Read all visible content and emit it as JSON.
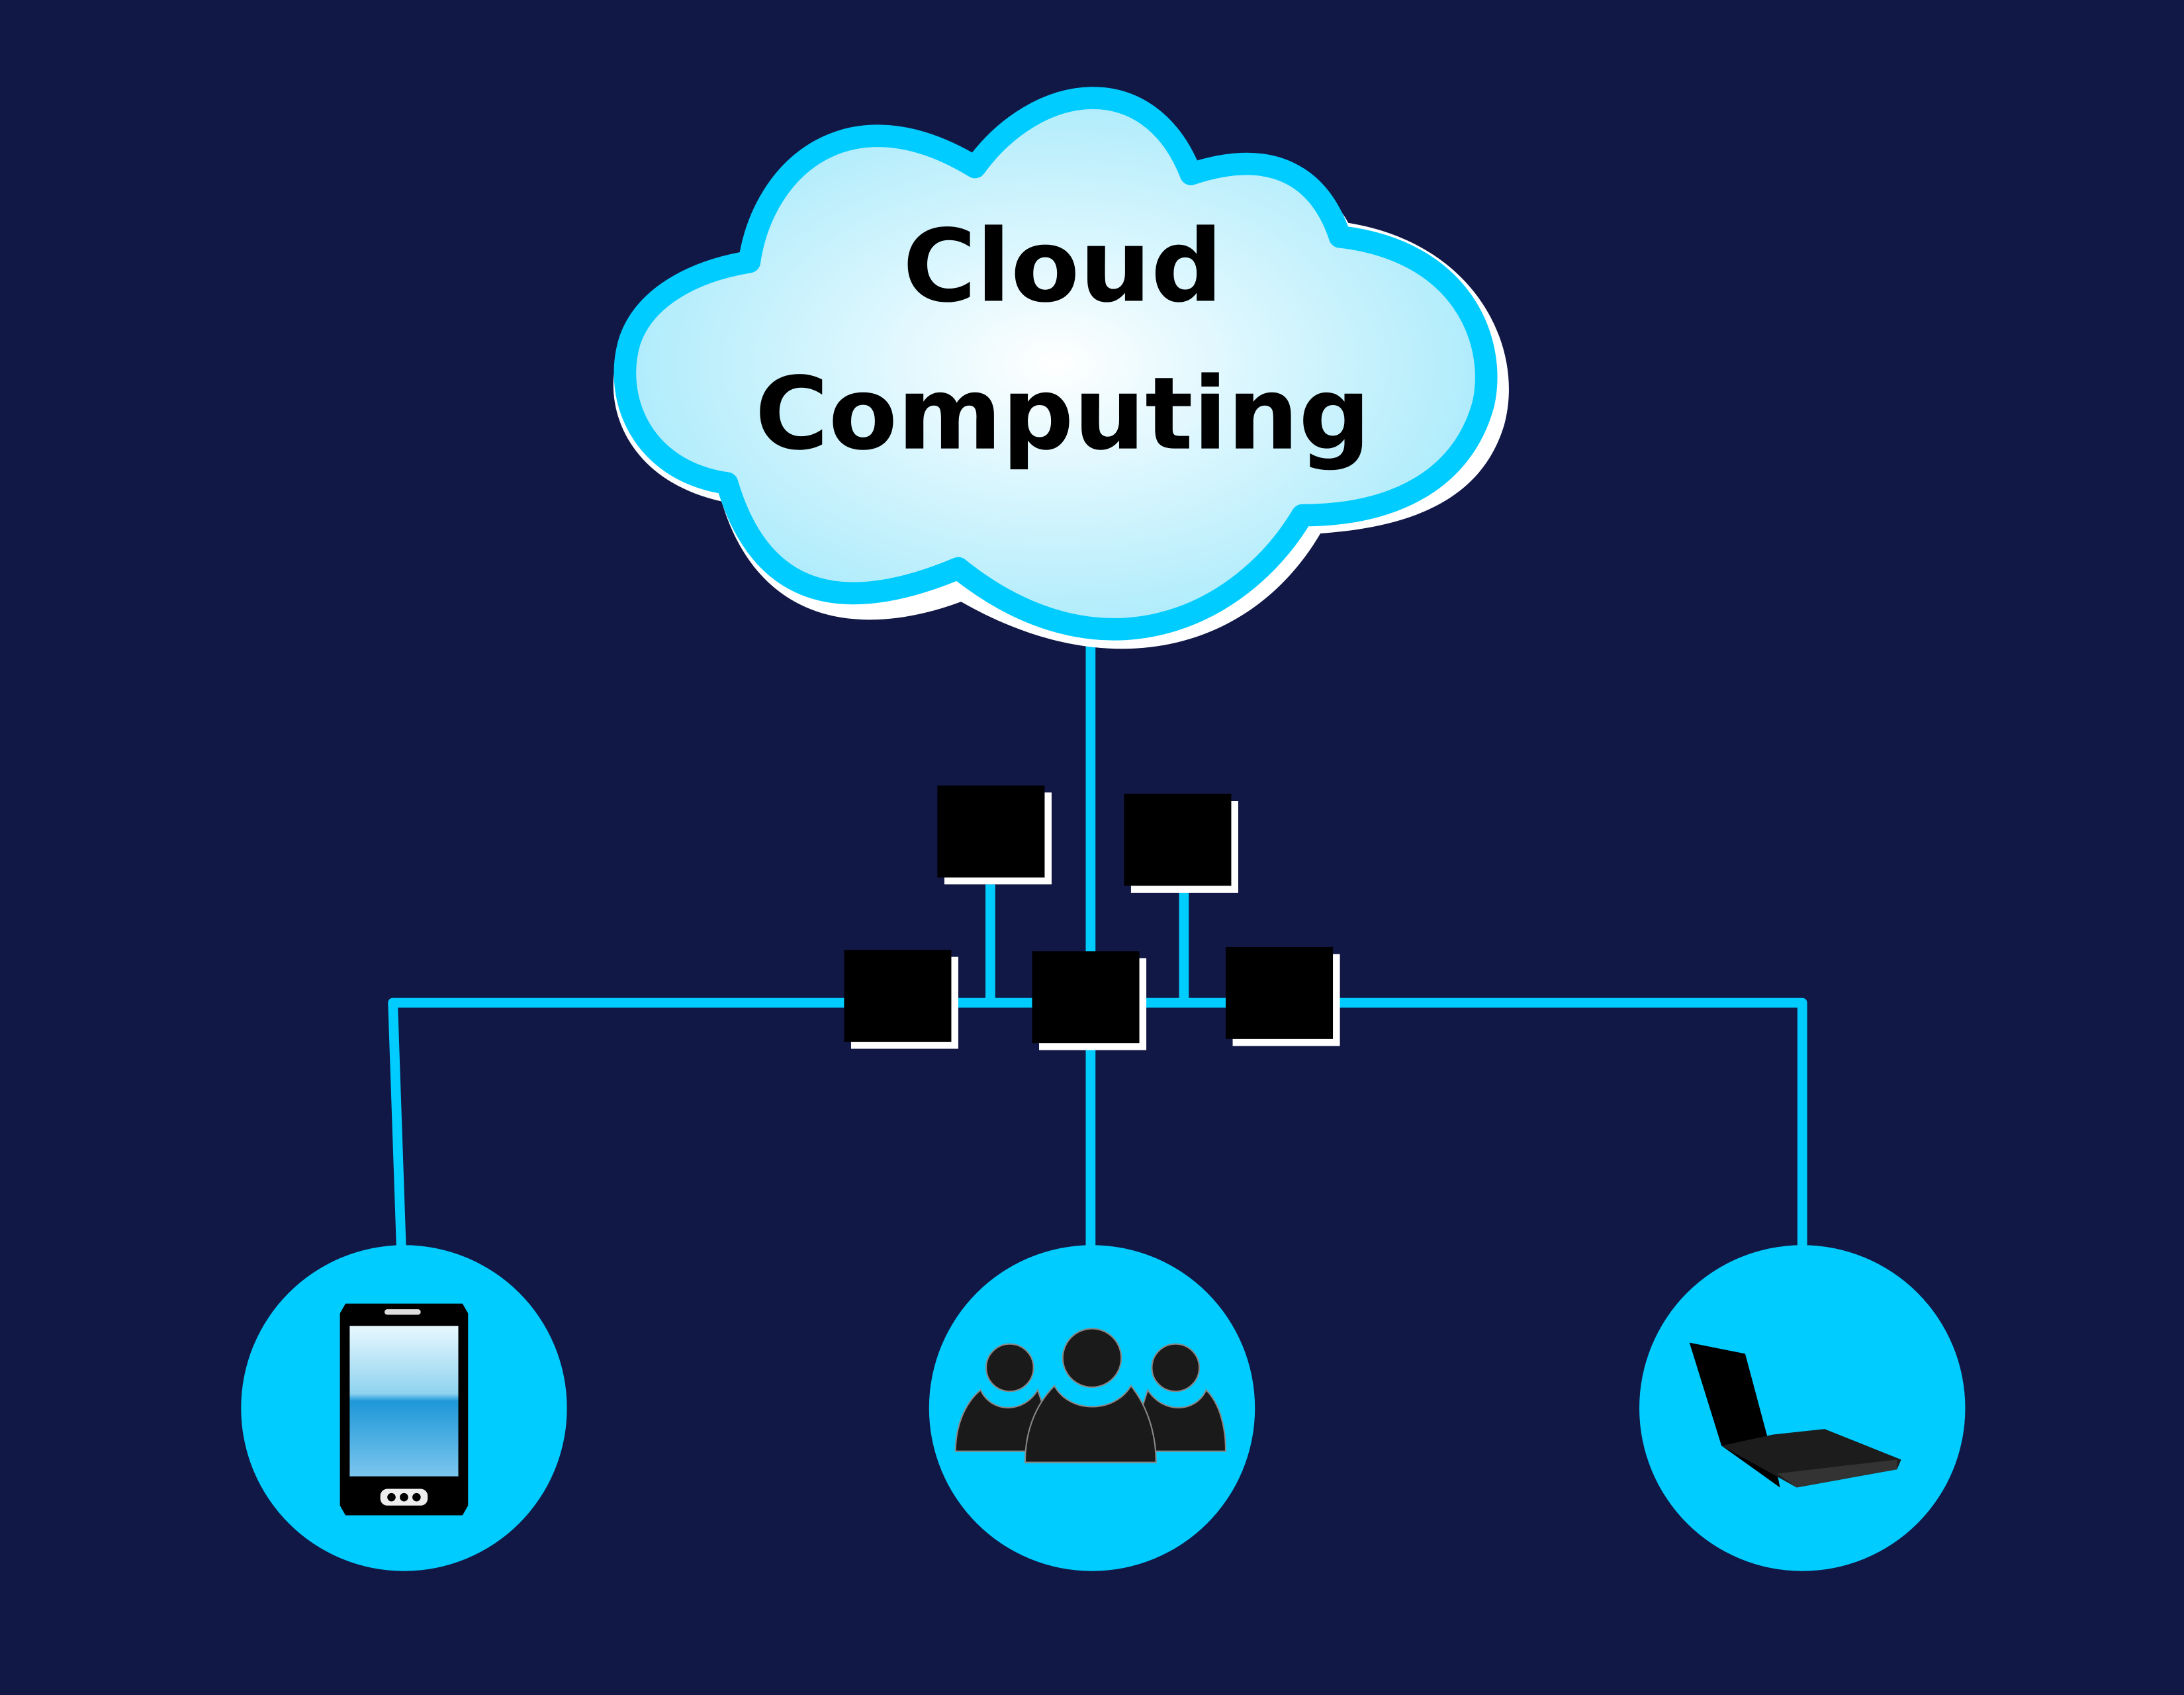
{
  "title": {
    "line1": "Cloud",
    "line2": "Computing"
  },
  "colors": {
    "background": "#121845",
    "accent": "#00CCFF",
    "node": "#000000"
  },
  "devices": [
    {
      "name": "smartphone",
      "icon": "smartphone-icon"
    },
    {
      "name": "users",
      "icon": "users-group-icon"
    },
    {
      "name": "laptop",
      "icon": "laptop-icon"
    }
  ]
}
